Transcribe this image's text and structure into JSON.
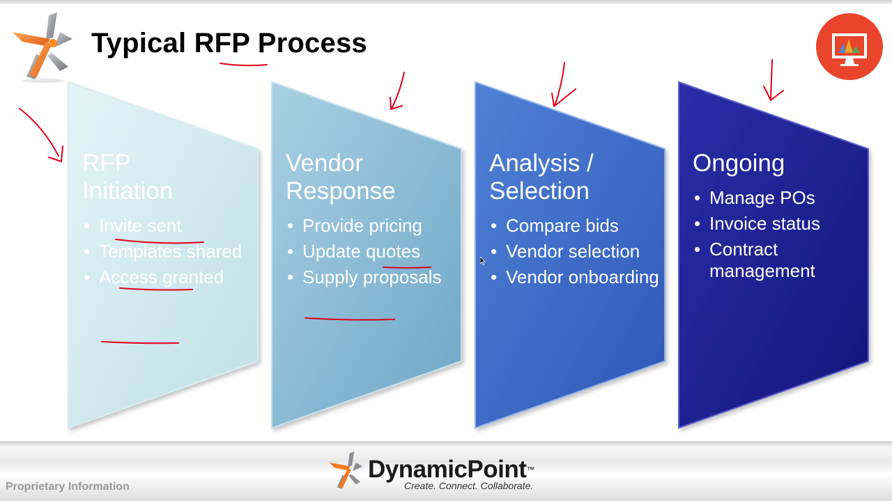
{
  "slide": {
    "title": "Typical RFP Process"
  },
  "panels": [
    {
      "heading_lines": [
        "RFP",
        "Initiation"
      ],
      "bullets": [
        "Invite sent",
        "Templates shared",
        "Access granted"
      ],
      "fill_light": "#e4f4f6",
      "fill_dark": "#bfdfe6",
      "text_color": "#ffffff"
    },
    {
      "heading_lines": [
        "Vendor",
        "Response"
      ],
      "bullets": [
        "Provide pricing",
        "Update quotes",
        "Supply proposals"
      ],
      "fill_light": "#a9d0e3",
      "fill_dark": "#6ea6c6",
      "text_color": "#ffffff"
    },
    {
      "heading_lines": [
        "Analysis /",
        "Selection"
      ],
      "bullets": [
        "Compare bids",
        "Vendor selection",
        "Vendor onboarding"
      ],
      "fill_light": "#4f81d6",
      "fill_dark": "#2f57b8",
      "text_color": "#ffffff"
    },
    {
      "heading_lines": [
        "Ongoing"
      ],
      "bullets": [
        "Manage POs",
        "Invoice status",
        "Contract management"
      ],
      "fill_light": "#2a2ea8",
      "fill_dark": "#14167a",
      "text_color": "#ffffff"
    }
  ],
  "footer": {
    "brand": "DynamicPoint",
    "trademark": "™",
    "tagline": "Create. Connect. Collaborate.",
    "note": "Proprietary Information"
  },
  "colors": {
    "ink": "#e0001a",
    "logo_orange": "#f37a20",
    "logo_gray": "#8a8d92",
    "present_icon_bg": "#e8452c"
  },
  "icons": {
    "top_logo": "dynamicpoint-logo-icon",
    "present": "presentation-monitor-icon",
    "cursor": "mouse-cursor-icon"
  }
}
